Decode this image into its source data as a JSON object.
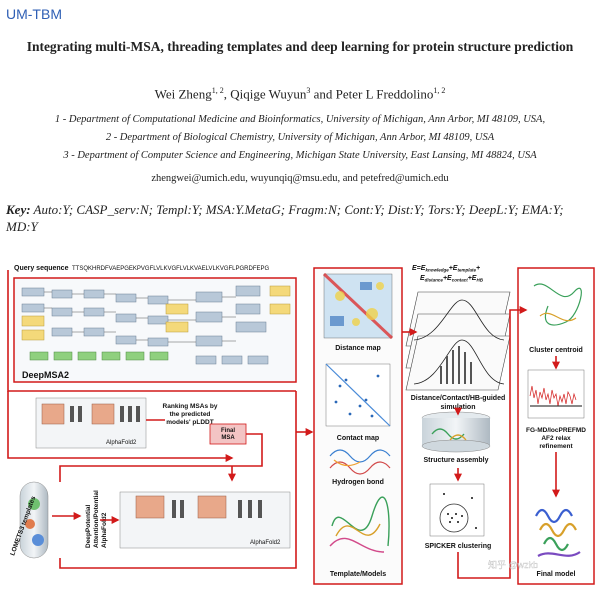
{
  "tag": "UM-TBM",
  "title": "Integrating multi-MSA, threading templates and deep learning for protein structure prediction",
  "authors": {
    "a1": "Wei Zheng",
    "a1_sup": "1, 2",
    "a2": "Qiqige Wuyun",
    "a2_sup": "3",
    "a3": "Peter L Freddolino",
    "a3_sup": "1, 2",
    "sep1": ", ",
    "sep2": " and "
  },
  "affiliations": [
    "1 - Department of Computational Medicine and Bioinformatics, University of Michigan, Ann Arbor, MI 48109, USA,",
    "2 - Department of Biological Chemistry, University of Michigan, Ann Arbor, MI 48109, USA",
    "3 - Department of Computer Science and Engineering, Michigan State University, East Lansing, MI 48824, USA"
  ],
  "emails": "zhengwei@umich.edu, wuyunqiq@msu.edu, and petefred@umich.edu",
  "key": {
    "label": "Key:",
    "text": " Auto:Y; CASP_serv:N; Templ:Y; MSA:Y.MetaG; Fragm:N; Cont:Y; Dist:Y; Tors:Y; DeepL:Y; EMA:Y; MD:Y"
  },
  "figure": {
    "query_label": "Query sequence",
    "query_seq": "TTSQKHRDFVAEPGEKPVGFLVLKVGFLVLKVAELVLKVGFLPGRDFEPG",
    "deepmsa2": "DeepMSA2",
    "alphafold2": "AlphaFold2",
    "ranking": "Ranking MSAs by the predicted models' pLDDT",
    "final_msa": "Final MSA",
    "lomets": "LOMETS3 templates",
    "deeppotential": "DeepPotential Attention/Potential AlphaFold2",
    "distance_map": "Distance map",
    "contact_map": "Contact map",
    "hbond": "Hydrogen bond",
    "templates": "Template/Models",
    "energy_line1": "E=E",
    "energy_sub1": "knowledge",
    "energy_line1b": "+E",
    "energy_sub2": "template",
    "energy_line1c": "+",
    "energy_line2": "E",
    "energy_sub3": "distance",
    "energy_line2b": "+E",
    "energy_sub4": "contact",
    "energy_line2c": "+E",
    "energy_sub5": "HB",
    "simulation": "Distance/Contact/HB-guided simulation",
    "assembly": "Structure assembly",
    "spicker": "SPICKER clustering",
    "centroid": "Cluster centroid",
    "refine": "FG-MD/locPREFMD AF2 relax refinement",
    "final_model": "Final model",
    "watermark": "知乎 @wzkb"
  }
}
